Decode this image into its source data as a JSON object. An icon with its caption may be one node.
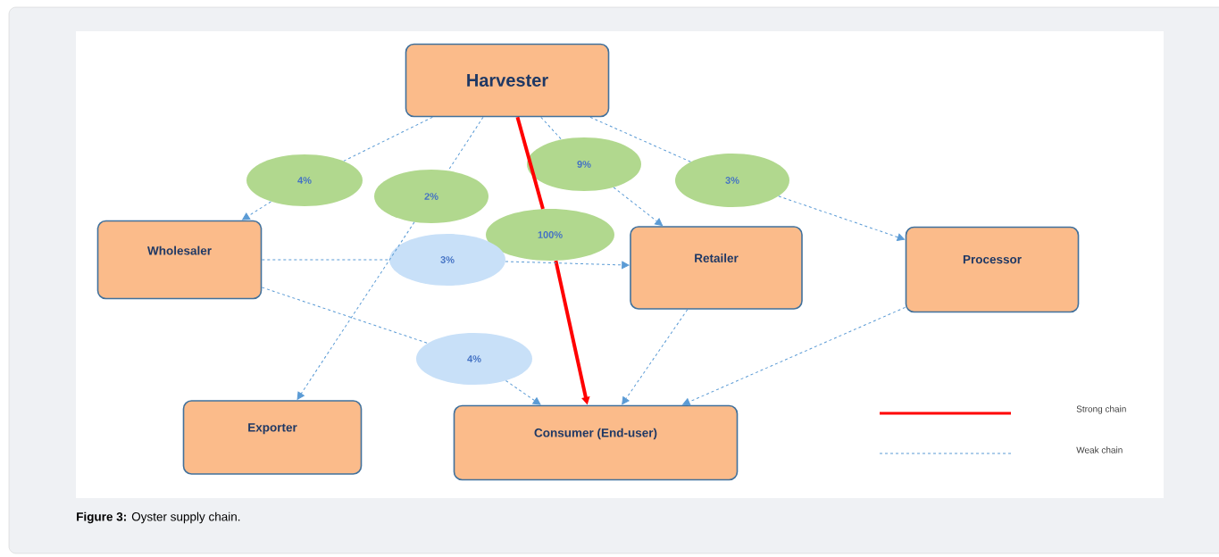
{
  "diagram": {
    "caption": "**Figure 3:** Oyster supply chain.",
    "nodes": [
      {
        "text": [
          "Harvester"
        ]
      },
      {
        "text": [
          "4%"
        ]
      },
      {
        "text": [
          "2%"
        ]
      },
      {
        "text": [
          "9%"
        ]
      },
      {
        "text": [
          "3%"
        ]
      },
      {
        "text": [
          "Wholesaler"
        ]
      },
      {
        "text": [
          "100%"
        ]
      },
      {
        "text": [
          "3%"
        ]
      },
      {
        "text": [
          "Retailer"
        ]
      },
      {
        "text": [
          "Processor"
        ]
      },
      {
        "text": [
          "4%"
        ]
      },
      {
        "text": [
          "Exporter"
        ]
      },
      {
        "text": [
          "Consumer (End-user)"
        ]
      }
    ],
    "edges": [
      {
        "from": 0,
        "to": 1,
        "arrow": "none",
        "style": "dashed"
      },
      {
        "from": 1,
        "to": 5,
        "arrow": "to",
        "style": "dashed"
      },
      {
        "from": 0,
        "to": 2,
        "arrow": "none",
        "style": "dashed"
      },
      {
        "from": 2,
        "to": 11,
        "arrow": "to",
        "style": "dashed"
      },
      {
        "from": 0,
        "to": 3,
        "arrow": "none",
        "style": "dashed"
      },
      {
        "from": 3,
        "to": 8,
        "arrow": "to",
        "style": "dashed"
      },
      {
        "from": 0,
        "to": 4,
        "arrow": "none",
        "style": "dashed"
      },
      {
        "from": 4,
        "to": 9,
        "arrow": "to",
        "style": "dashed"
      },
      {
        "from": 0,
        "to": 6,
        "arrow": "none",
        "style": "thick",
        "color": "#ff0000"
      },
      {
        "from": 6,
        "to": 12,
        "arrow": "to",
        "style": "thick",
        "color": "#ff0000"
      },
      {
        "from": 5,
        "to": 7,
        "arrow": "none",
        "style": "dashed"
      },
      {
        "from": 7,
        "to": 8,
        "arrow": "to",
        "style": "dashed"
      },
      {
        "from": 5,
        "to": 10,
        "arrow": "none",
        "style": "dashed"
      },
      {
        "from": 10,
        "to": 12,
        "arrow": "to",
        "style": "dashed"
      },
      {
        "from": 8,
        "to": 12,
        "arrow": "to",
        "style": "dashed"
      },
      {
        "from": 9,
        "to": 12,
        "arrow": "to",
        "style": "dashed"
      }
    ],
    "legend": [
      {
        "text": "Strong chain"
      },
      {
        "text": "Weak chain"
      }
    ]
  }
}
